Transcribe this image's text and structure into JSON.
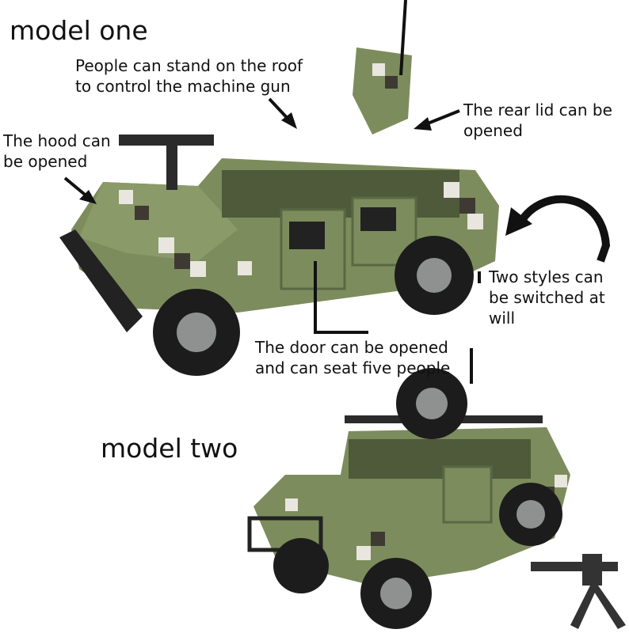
{
  "titles": {
    "model_one": "model one",
    "model_two": "model two"
  },
  "annotations": {
    "roof": [
      "People can stand on the roof",
      "to control the machine gun"
    ],
    "rear_lid": [
      "The rear lid can be",
      "opened"
    ],
    "hood": [
      "The hood can",
      "be opened"
    ],
    "styles": [
      "Two styles can",
      "be switched at",
      "will"
    ],
    "door": [
      "The door can be opened",
      "and can seat five people"
    ]
  },
  "colors": {
    "body": "#7d8c5c",
    "camo_light": "#e8e6df",
    "camo_dark": "#3e3a33",
    "tire": "#1c1c1c",
    "hub": "#8f9190"
  }
}
